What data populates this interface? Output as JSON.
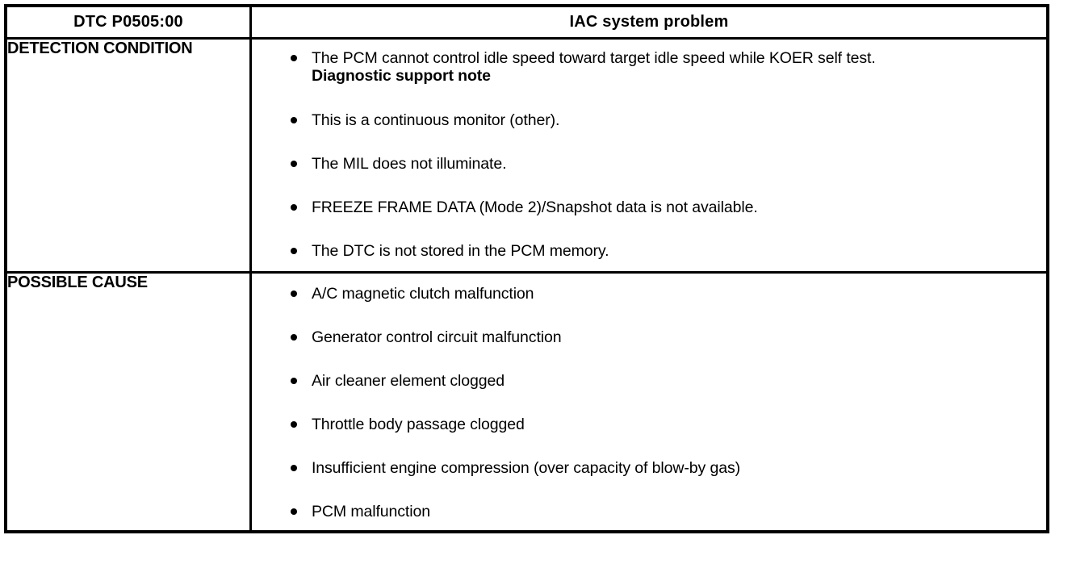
{
  "table": {
    "header": {
      "dtc_code": "DTC P0505:00",
      "fault_title": "IAC system problem"
    },
    "rows": [
      {
        "label": "DETECTION CONDITION",
        "items": [
          {
            "type": "bullet",
            "text": "The PCM cannot control idle speed toward target idle speed while KOER self test."
          },
          {
            "type": "note",
            "text": "Diagnostic support note"
          },
          {
            "type": "bullet",
            "text": "This is a continuous monitor (other)."
          },
          {
            "type": "bullet",
            "text": "The MIL does not illuminate."
          },
          {
            "type": "bullet",
            "text": "FREEZE FRAME DATA (Mode 2)/Snapshot data is not available."
          },
          {
            "type": "bullet",
            "text": "The DTC is not stored in the PCM memory."
          }
        ]
      },
      {
        "label": "POSSIBLE CAUSE",
        "items": [
          {
            "type": "bullet",
            "text": "A/C magnetic clutch malfunction"
          },
          {
            "type": "bullet",
            "text": "Generator control circuit malfunction"
          },
          {
            "type": "bullet",
            "text": "Air cleaner element clogged"
          },
          {
            "type": "bullet",
            "text": "Throttle body passage clogged"
          },
          {
            "type": "bullet",
            "text": "Insufficient engine compression (over capacity of blow-by gas)"
          },
          {
            "type": "bullet",
            "text": "PCM malfunction"
          }
        ]
      }
    ]
  },
  "colors": {
    "ink": "#000000",
    "paper": "#ffffff"
  }
}
